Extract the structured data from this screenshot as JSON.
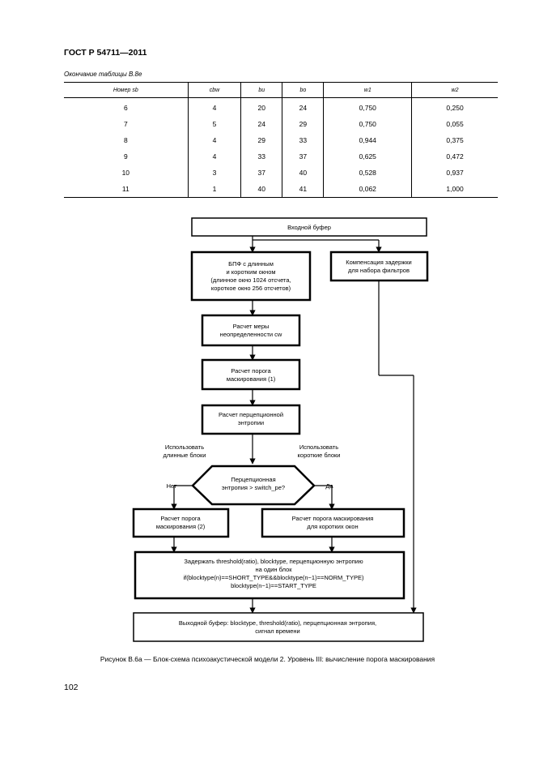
{
  "header": {
    "standard": "ГОСТ Р 54711—2011"
  },
  "table": {
    "caption": "Окончание таблицы В.8е",
    "columns": [
      "Номер sb",
      "cbw",
      "bu",
      "bo",
      "w1",
      "w2"
    ],
    "rows": [
      [
        "6",
        "4",
        "20",
        "24",
        "0,750",
        "0,250"
      ],
      [
        "7",
        "5",
        "24",
        "29",
        "0,750",
        "0,055"
      ],
      [
        "8",
        "4",
        "29",
        "33",
        "0,944",
        "0,375"
      ],
      [
        "9",
        "4",
        "33",
        "37",
        "0,625",
        "0,472"
      ],
      [
        "10",
        "3",
        "37",
        "40",
        "0,528",
        "0,937"
      ],
      [
        "11",
        "1",
        "40",
        "41",
        "0,062",
        "1,000"
      ]
    ]
  },
  "flowchart": {
    "input_buffer": "Входной буфер",
    "fft": [
      "БПФ с длинным",
      "и коротким окном",
      "(длинное окно 1024 отсчета,",
      "короткое окно 256 отсчетов)"
    ],
    "delay_comp": [
      "Компенсация задержки",
      "для набора фильтров"
    ],
    "unpredictability": [
      "Расчет меры",
      "неопределенности cw"
    ],
    "masking_threshold_1": [
      "Расчет порога",
      "маскирования (1)"
    ],
    "perceptual_entropy": [
      "Расчет перцепционной",
      "энтропии"
    ],
    "use_long": [
      "Использовать",
      "длинные блоки"
    ],
    "use_short": [
      "Использовать",
      "короткие блоки"
    ],
    "decision": [
      "Перцепционная",
      "энтропия > switch_pe?"
    ],
    "no_label": "Нет",
    "yes_label": "Да",
    "masking_threshold_2": [
      "Расчет порога",
      "маскирования (2)"
    ],
    "masking_short": [
      "Расчет порога маскирования",
      "для коротких окон"
    ],
    "delay_block": [
      "Задержать threshold(ratio), blocktype, перцепционную энтропию",
      "на один блок",
      "if(blocktype(n)==SHORT_TYPE&&blocktype(n−1)==NORM_TYPE)",
      "blocktype(n−1)==START_TYPE"
    ],
    "output_buffer": [
      "Выходной буфер: blocktype, threshold(ratio), перцепционная энтропия,",
      "сигнал времени"
    ]
  },
  "figure_caption": "Рисунок В.6а — Блок-схема психоакустической модели 2. Уровень III: вычисление порога маскирования",
  "page_number": "102"
}
